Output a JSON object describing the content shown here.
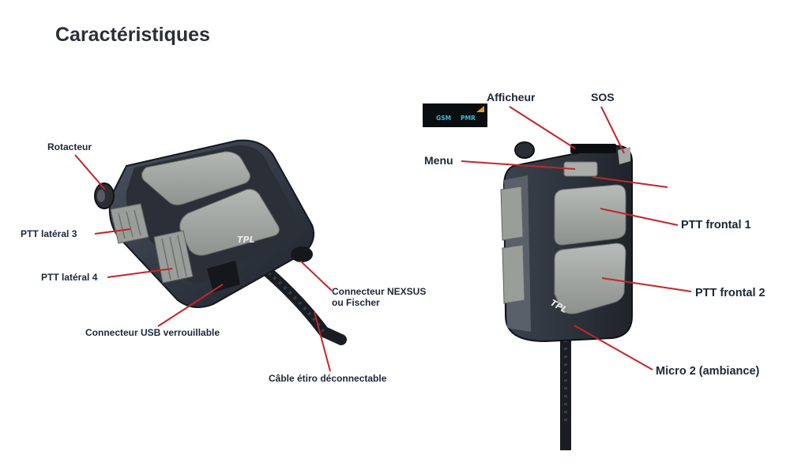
{
  "title": "Caractéristiques",
  "display_inset": {
    "modes": [
      "GSM",
      "PMR"
    ],
    "signal_icon": "signal-bars-icon",
    "colors": {
      "background": "#0b0d10",
      "text": "#3fb8d8",
      "signal": "#e0a020"
    }
  },
  "left_device": {
    "brand": "TPL",
    "labels": {
      "rotator": "Rotacteur",
      "ptt_side_3": "PTT latéral 3",
      "ptt_side_4": "PTT latéral 4",
      "usb_connector": "Connecteur USB verrouillable",
      "nexsus_connector_line1": "Connecteur NEXSUS",
      "nexsus_connector_line2": "ou Fischer",
      "cable": "Câble étiro déconnectable"
    }
  },
  "right_device": {
    "brand": "TPL",
    "labels": {
      "display": "Afficheur",
      "sos": "SOS",
      "menu": "Menu",
      "ptt_front_1": "PTT frontal 1",
      "ptt_front_2": "PTT frontal 2",
      "mic_2": "Micro 2 (ambiance)"
    }
  },
  "colors": {
    "leader_line": "#c0272d",
    "label_text": "#1c2737"
  }
}
